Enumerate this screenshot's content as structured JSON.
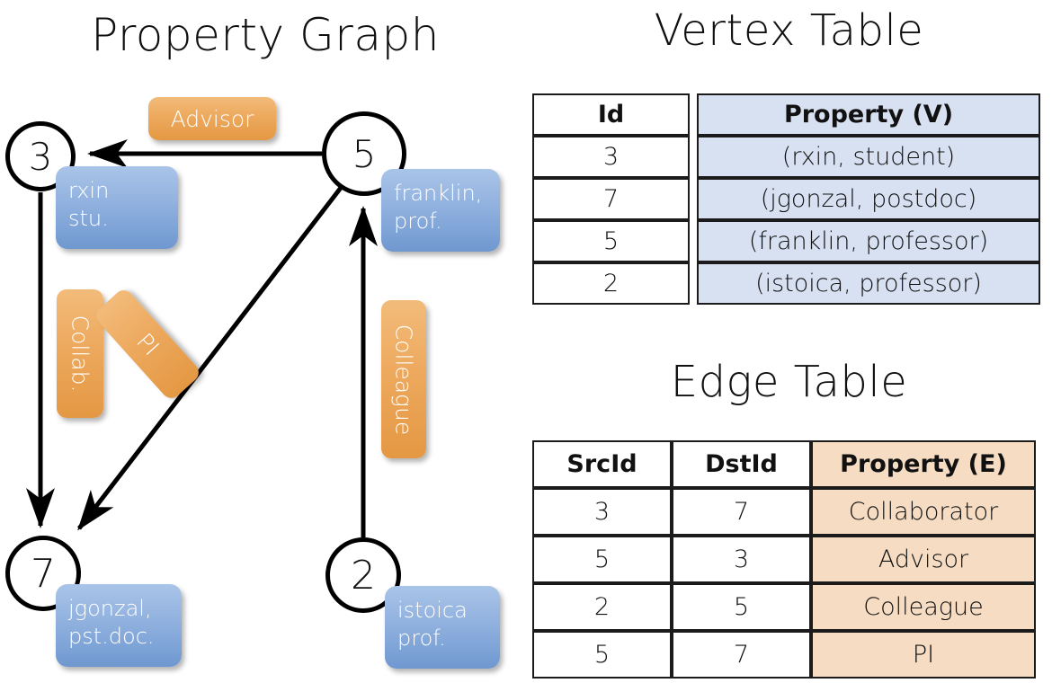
{
  "titles": {
    "graph": "Property Graph",
    "vertex_table": "Vertex Table",
    "edge_table": "Edge Table"
  },
  "colors": {
    "vertex_property_fill": "#d7e1f2",
    "edge_property_fill": "#f5dcc2",
    "node_box_fill": "#8fb0de",
    "edge_label_fill": "#eda95e",
    "stroke": "#000000",
    "background": "#ffffff"
  },
  "graph": {
    "nodes": [
      {
        "id": "3",
        "property_line1": "rxin",
        "property_line2": "stu."
      },
      {
        "id": "5",
        "property_line1": "franklin,",
        "property_line2": "prof."
      },
      {
        "id": "7",
        "property_line1": "jgonzal,",
        "property_line2": "pst.doc."
      },
      {
        "id": "2",
        "property_line1": "istoica",
        "property_line2": "prof."
      }
    ],
    "edge_labels": [
      {
        "name": "advisor",
        "text": "Advisor"
      },
      {
        "name": "collab",
        "text": "Collab."
      },
      {
        "name": "pi",
        "text": "PI"
      },
      {
        "name": "colleague",
        "text": "Colleague"
      }
    ],
    "edges": [
      {
        "from": "5",
        "to": "3",
        "label": "Advisor"
      },
      {
        "from": "3",
        "to": "7",
        "label": "Collab."
      },
      {
        "from": "5",
        "to": "7",
        "label": "PI"
      },
      {
        "from": "2",
        "to": "5",
        "label": "Colleague"
      }
    ]
  },
  "vertex_table": {
    "headers": [
      "Id",
      "Property (V)"
    ],
    "rows": [
      {
        "id": "3",
        "property": "(rxin, student)"
      },
      {
        "id": "7",
        "property": "(jgonzal, postdoc)"
      },
      {
        "id": "5",
        "property": "(franklin, professor)"
      },
      {
        "id": "2",
        "property": "(istoica, professor)"
      }
    ]
  },
  "edge_table": {
    "headers": [
      "SrcId",
      "DstId",
      "Property (E)"
    ],
    "rows": [
      {
        "src": "3",
        "dst": "7",
        "property": "Collaborator"
      },
      {
        "src": "5",
        "dst": "3",
        "property": "Advisor"
      },
      {
        "src": "2",
        "dst": "5",
        "property": "Colleague"
      },
      {
        "src": "5",
        "dst": "7",
        "property": "PI"
      }
    ]
  }
}
